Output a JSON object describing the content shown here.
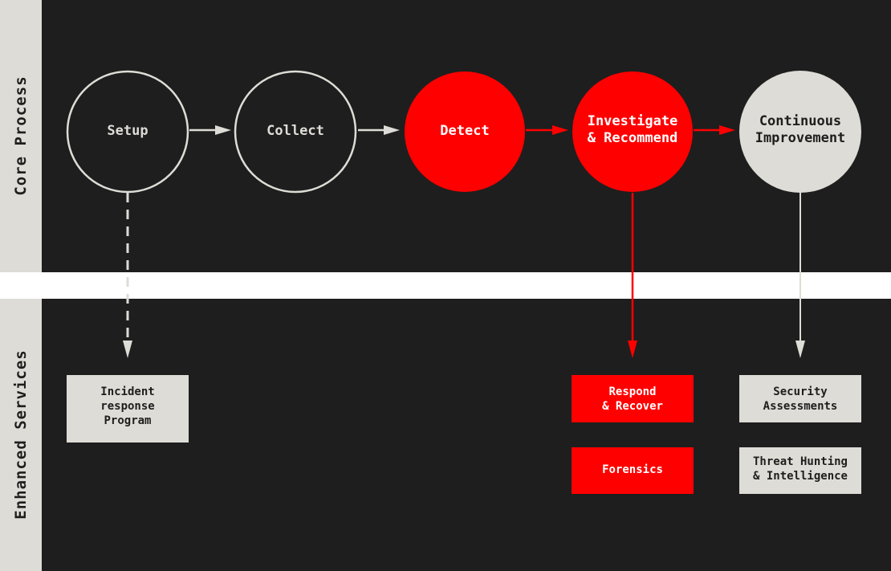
{
  "lanes": {
    "core": "Core Process",
    "enhanced": "Enhanced Services"
  },
  "colors": {
    "background": "#1e1e1e",
    "red": "#ff0000",
    "light": "#dddcd6",
    "outline": "#dddcd6",
    "divider": "#ffffff"
  },
  "process": {
    "setup": "Setup",
    "collect": "Collect",
    "detect": "Detect",
    "investigate": [
      "Investigate",
      "& Recommend"
    ],
    "improvement": [
      "Continuous",
      "Improvement"
    ]
  },
  "services": {
    "incident": [
      "Incident",
      "response",
      "Program"
    ],
    "respond": [
      "Respond",
      "& Recover"
    ],
    "forensics": "Forensics",
    "assessments": [
      "Security",
      "Assessments"
    ],
    "hunting": [
      "Threat Hunting",
      "& Intelligence"
    ]
  }
}
